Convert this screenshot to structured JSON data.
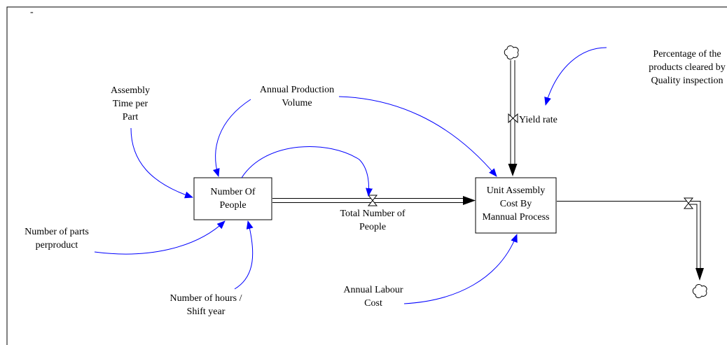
{
  "frame_mark": "-",
  "stocks": {
    "number_of_people": [
      "Number Of",
      "People"
    ],
    "unit_assembly_cost": [
      "Unit Assembly",
      "Cost By",
      "Mannual Process"
    ]
  },
  "flows": {
    "total_number_of_people": [
      "Total Number of",
      "People"
    ],
    "yield_rate": [
      "Yield rate"
    ]
  },
  "variables": {
    "assembly_time_per_part": [
      "Assembly",
      "Time per",
      "Part"
    ],
    "annual_production_volume": [
      "Annual Production",
      "Volume"
    ],
    "percentage_cleared": [
      "Percentage of the",
      "products cleared by",
      "Quality inspection"
    ],
    "number_of_parts_per_product": [
      "Number of parts",
      "perproduct"
    ],
    "number_of_hours_shift_year": [
      "Number of hours /",
      "Shift year"
    ],
    "annual_labour_cost": [
      "Annual Labour",
      "Cost"
    ]
  },
  "colors": {
    "link": "#0000ff",
    "line": "#000000",
    "background": "#ffffff"
  }
}
